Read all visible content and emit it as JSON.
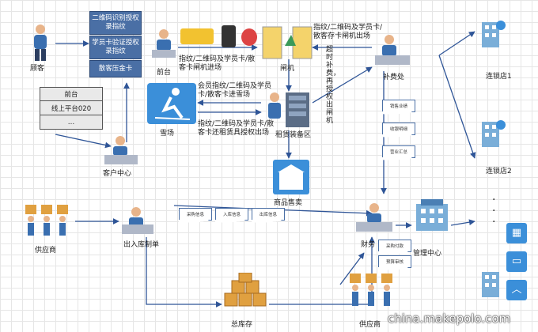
{
  "nodes": {
    "customer": "顾客",
    "front_desk": "前台",
    "gate": "闸机",
    "supplement": "补费处",
    "ski_field": "雪场",
    "rental": "租赁装备区",
    "customer_center": "客户中心",
    "goods": "商品售卖",
    "supplier_top": "供应商",
    "warehouse_form": "出入库制单",
    "finance": "财务",
    "management": "管理中心",
    "warehouse": "总库存",
    "supplier_bottom": "供应商",
    "chain1": "连锁店1",
    "chain2": "连锁店2"
  },
  "blue_boxes": [
    "二维码识别授权录指纹",
    "学员卡验证授权录指纹",
    "散客压金卡"
  ],
  "gray_boxes": [
    "前台",
    "线上平台020",
    "…"
  ],
  "edge_labels": {
    "front_to_gate": "指纹/二维码及学员卡/散客卡闸机进场",
    "top_exit": "指纹/二维码及学员卡/散客存卡闸机出场",
    "to_ski": "会员指纹/二维码及学员卡/散客卡进雪场",
    "ski_return": "指纹/二维码及学员卡/散客卡还租赁具授权出场",
    "overtime": "超时补费，再授权出闸机"
  },
  "docs_finance": [
    "销售业绩",
    "收银明细",
    "营业汇总"
  ],
  "docs_warehouse": [
    "采购信息",
    "入库信息",
    "出库信息"
  ],
  "docs_mgmt": [
    "采购付款",
    "预算审核"
  ],
  "dots": "·",
  "watermark": "china.makepolo.com",
  "colors": {
    "box": "#4a6fa5",
    "line": "#2f5597",
    "side": "#3b8fd9"
  }
}
